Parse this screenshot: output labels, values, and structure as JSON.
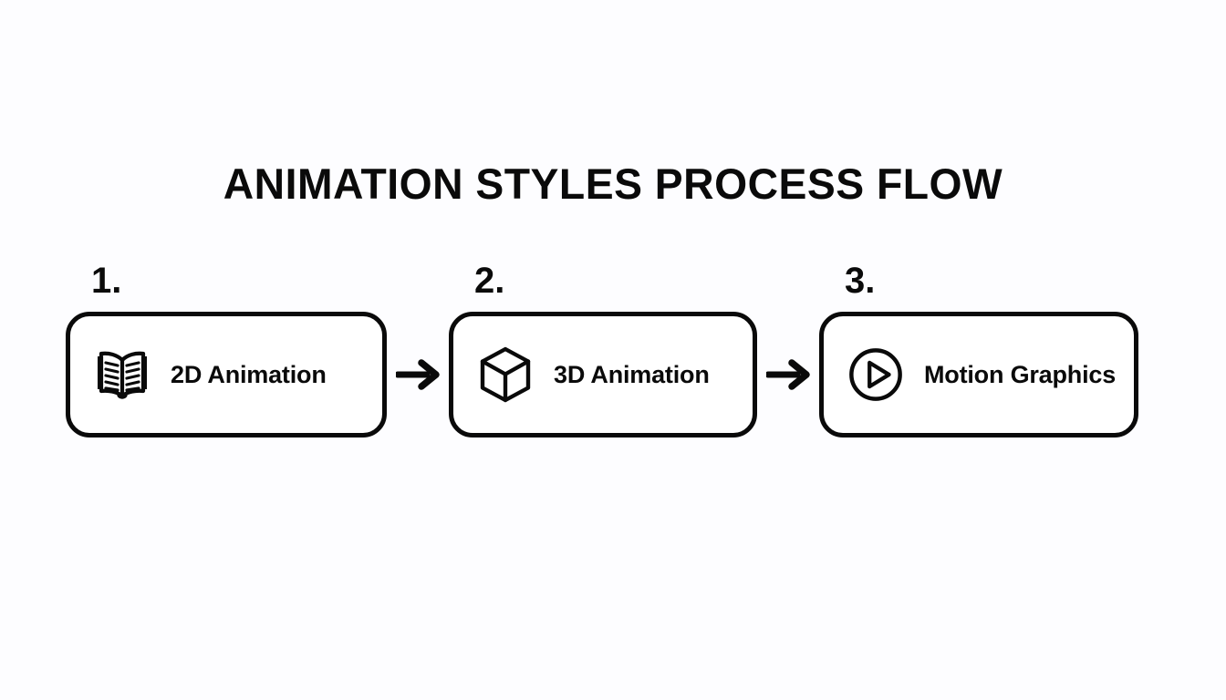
{
  "slide": {
    "background_color": "#fdfdff",
    "ink_color": "#0a0a0a",
    "title": "ANIMATION STYLES PROCESS FLOW"
  },
  "flow": {
    "connector_icon": "arrow-right-icon",
    "steps": [
      {
        "number": "1.",
        "icon": "open-book-icon",
        "label": "2D Animation"
      },
      {
        "number": "2.",
        "icon": "cube-icon",
        "label": "3D Animation"
      },
      {
        "number": "3.",
        "icon": "play-circle-icon",
        "label": "Motion Graphics"
      }
    ]
  }
}
